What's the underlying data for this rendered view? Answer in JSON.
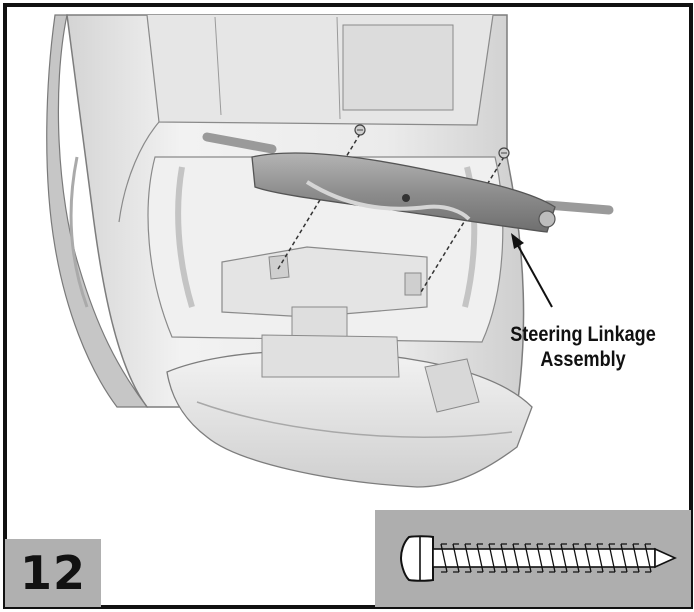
{
  "callout": {
    "line1": "Steering Linkage",
    "line2": "Assembly"
  },
  "step": {
    "number": "12"
  },
  "hardware": {
    "icon": "screw-icon"
  },
  "colors": {
    "frame": "#111111",
    "step_box": "#b0b0b0",
    "hardware_box": "#aeaeae",
    "part_fill": "#ececec",
    "part_shadow": "#c9c9c9"
  }
}
